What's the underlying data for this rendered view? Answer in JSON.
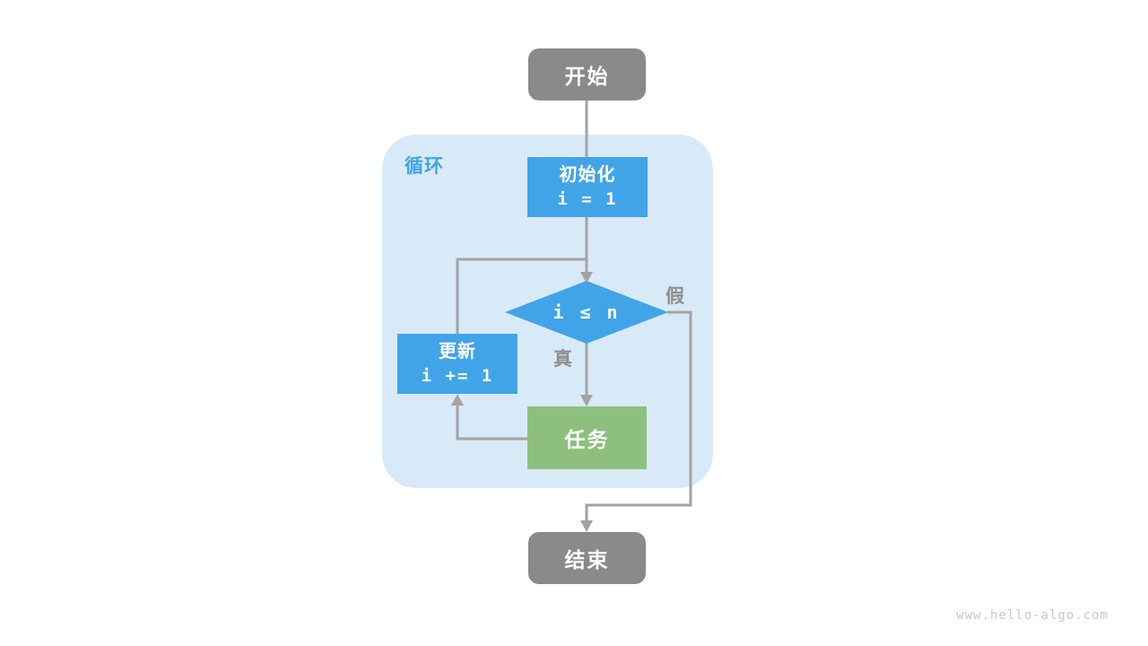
{
  "diagram": {
    "type": "flowchart",
    "topic": "loop (while/for) control flow"
  },
  "loop_container": {
    "label": "循环"
  },
  "nodes": {
    "start": {
      "label": "开始"
    },
    "init": {
      "title": "初始化",
      "code": "i = 1"
    },
    "condition": {
      "code": "i ≤ n"
    },
    "update": {
      "title": "更新",
      "code": "i += 1"
    },
    "task": {
      "label": "任务"
    },
    "end": {
      "label": "结束"
    }
  },
  "edges": {
    "true_label": "真",
    "false_label": "假"
  },
  "watermark": {
    "text": "www.hello-algo.com"
  },
  "colors": {
    "accent_blue": "#42a4e8",
    "task_green": "#8dc07f",
    "node_gray": "#8a8a8a",
    "line_gray": "#a3a3a3",
    "container_blue": "#d8eaf8",
    "edge_label_gray": "#8f8f8f",
    "watermark_gray": "#c8c8c8",
    "page_bg": "#ffffff"
  }
}
